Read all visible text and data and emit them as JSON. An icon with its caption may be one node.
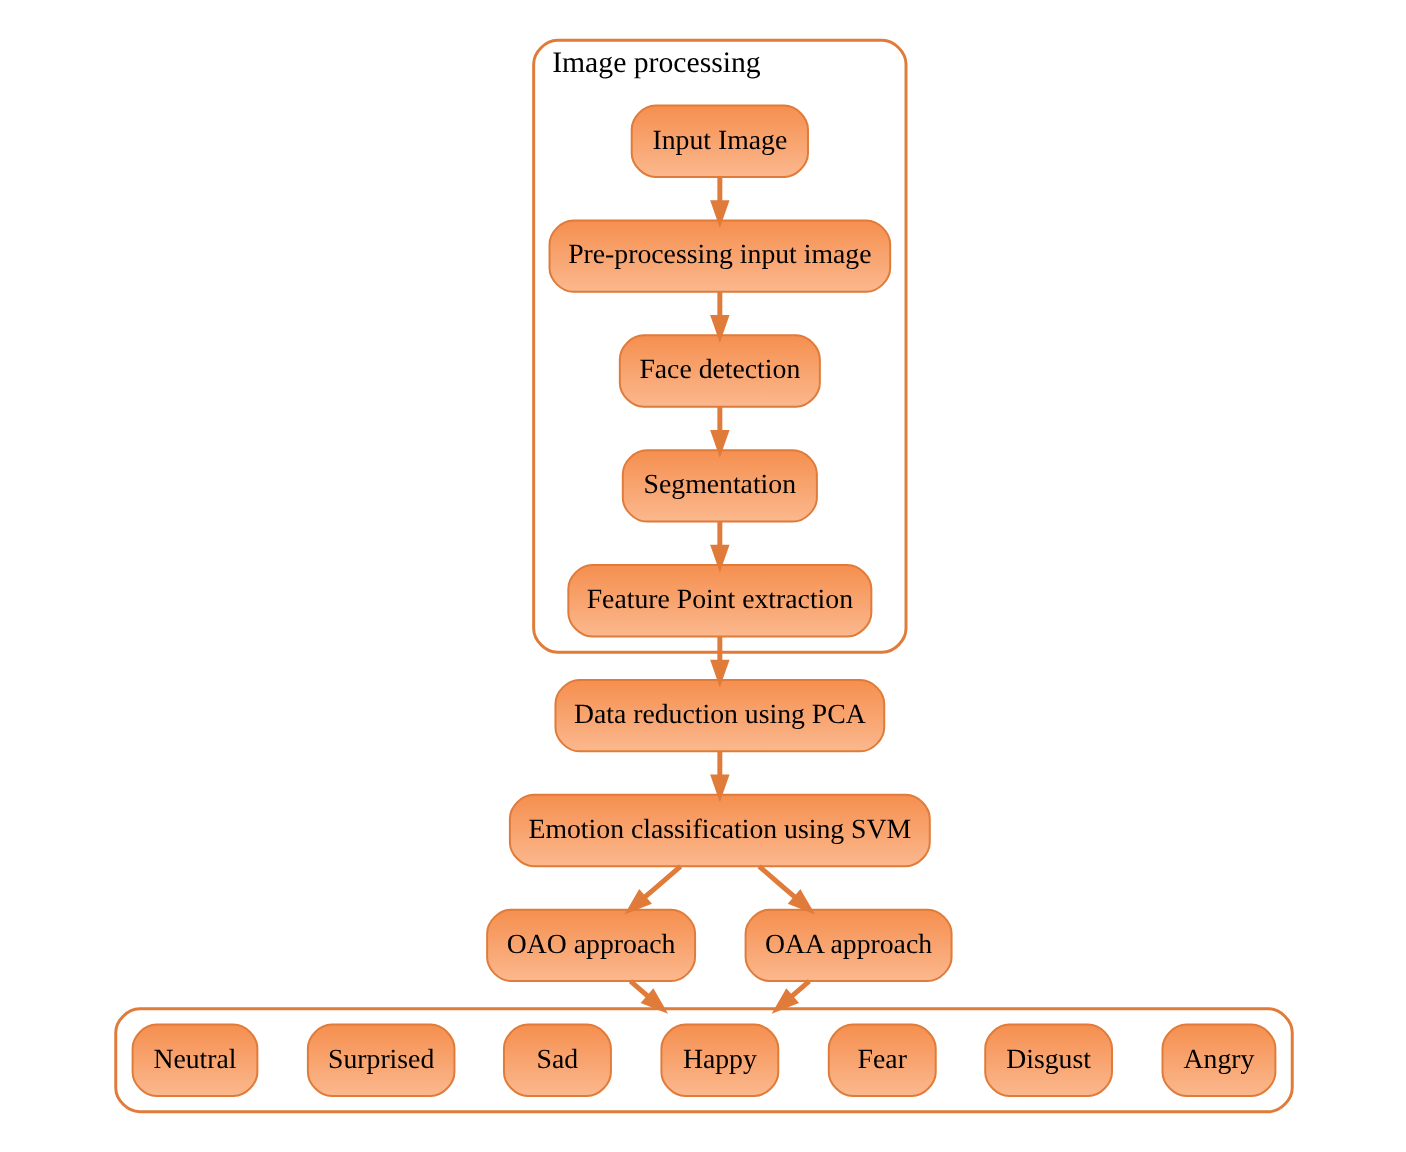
{
  "diagram": {
    "nodes": [
      {
        "text": [
          "Image processing"
        ]
      },
      {
        "text": [
          "Input Image"
        ],
        "in": 0
      },
      {
        "text": [
          "Pre-processing input image"
        ],
        "in": 0
      },
      {
        "text": [
          "Face detection"
        ],
        "in": 0
      },
      {
        "text": [
          "Segmentation"
        ],
        "in": 0
      },
      {
        "text": [
          "Feature Point extraction"
        ],
        "in": 0
      },
      {
        "text": [
          "Data reduction using PCA"
        ]
      },
      {
        "text": [
          "Emotion classification using SVM"
        ]
      },
      {
        "text": [
          "OAO approach"
        ]
      },
      {
        "text": [
          "OAA approach"
        ]
      },
      {
        "text": [],
        "shape": "box"
      },
      {
        "text": [
          "Angry"
        ],
        "in": 10
      },
      {
        "text": [
          "Disgust"
        ],
        "in": 10
      },
      {
        "text": [
          "Fear"
        ],
        "in": 10
      },
      {
        "text": [
          "Happy"
        ],
        "in": 10
      },
      {
        "text": [
          "Sad"
        ],
        "in": 10
      },
      {
        "text": [
          "Surprised"
        ],
        "in": 10
      },
      {
        "text": [
          "Neutral"
        ],
        "in": 10
      }
    ],
    "edges": [
      {
        "from": 1,
        "to": 2,
        "arrow": "to"
      },
      {
        "from": 2,
        "to": 3,
        "arrow": "to"
      },
      {
        "from": 3,
        "to": 4,
        "arrow": "to"
      },
      {
        "from": 4,
        "to": 5,
        "arrow": "to"
      },
      {
        "from": 5,
        "to": 6,
        "arrow": "to"
      },
      {
        "from": 6,
        "to": 7,
        "arrow": "to"
      },
      {
        "from": 7,
        "to": 8,
        "arrow": "to"
      },
      {
        "from": 7,
        "to": 9,
        "arrow": "to"
      },
      {
        "from": 8,
        "to": 10,
        "arrow": "to"
      },
      {
        "from": 9,
        "to": 10,
        "arrow": "to"
      }
    ]
  }
}
